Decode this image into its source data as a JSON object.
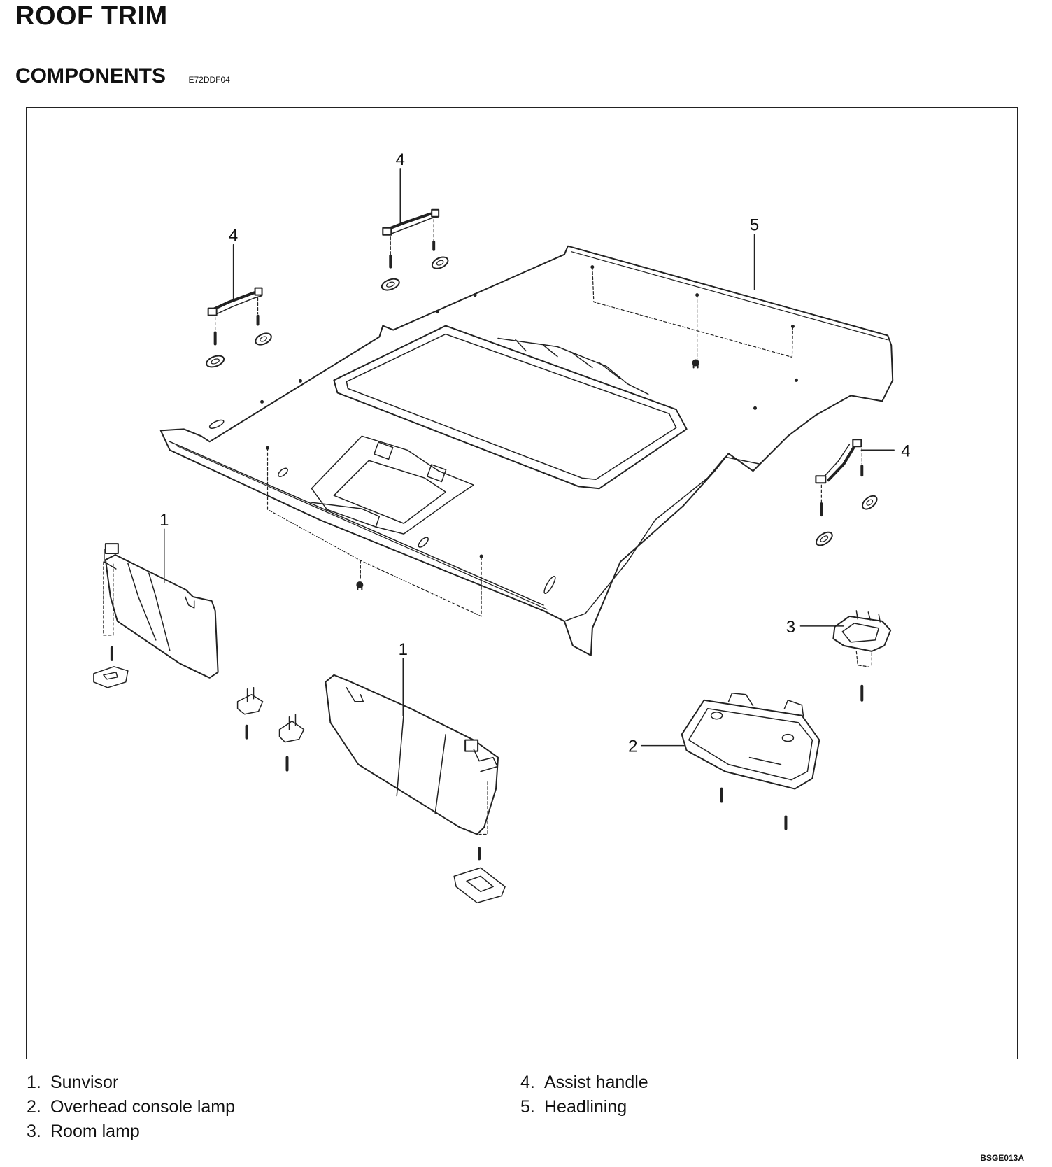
{
  "title": "ROOF TRIM",
  "section": {
    "title": "COMPONENTS",
    "code": "E72DDF04"
  },
  "callouts": {
    "assist_handle_top": "4",
    "assist_handle_left": "4",
    "assist_handle_right": "4",
    "headlining": "5",
    "sunvisor_left": "1",
    "sunvisor_center": "1",
    "room_lamp": "3",
    "overhead_console_lamp": "2"
  },
  "legend": {
    "left": [
      {
        "num": "1.",
        "label": "Sunvisor"
      },
      {
        "num": "2.",
        "label": "Overhead console lamp"
      },
      {
        "num": "3.",
        "label": "Room lamp"
      }
    ],
    "right": [
      {
        "num": "4.",
        "label": "Assist handle"
      },
      {
        "num": "5.",
        "label": "Headlining"
      }
    ]
  },
  "figure_code": "BSGE013A"
}
